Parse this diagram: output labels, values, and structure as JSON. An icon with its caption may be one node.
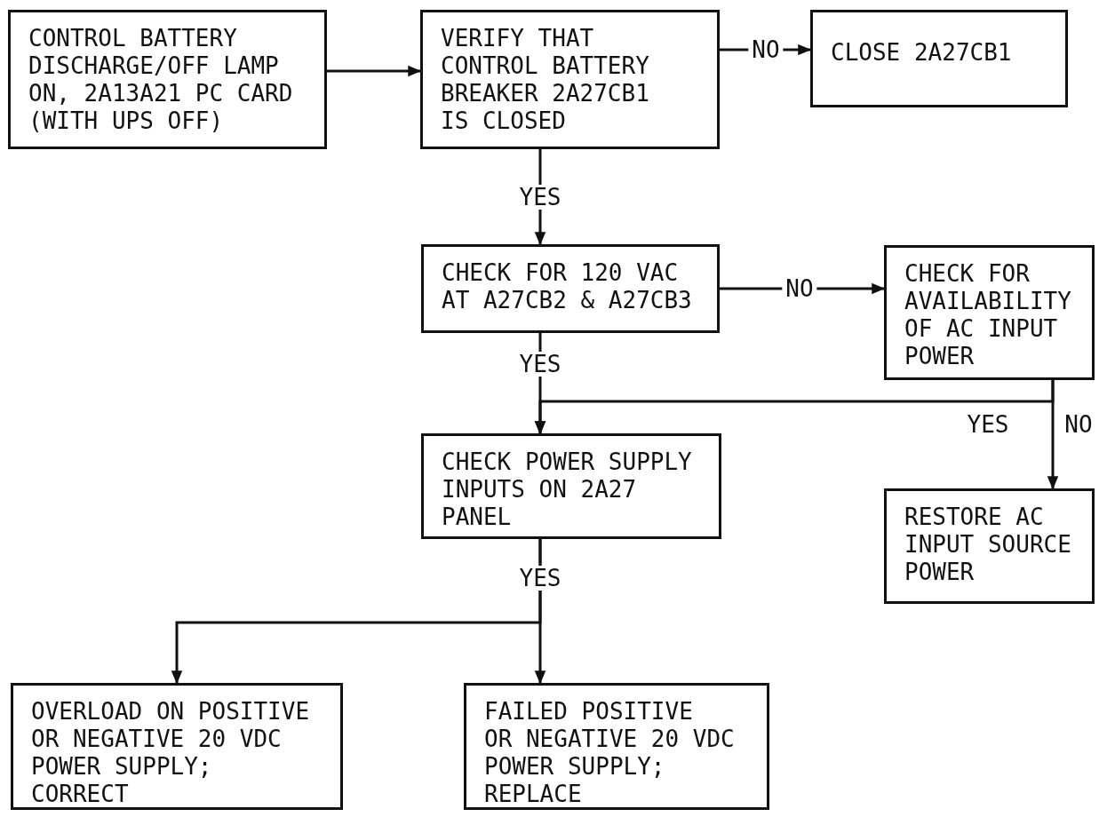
{
  "diagram": {
    "nodes": [
      {
        "text": [
          "CONTROL BATTERY DISCHARGE/OFF LAMP ON, 2A13A21 PC CARD (WITH UPS OFF)"
        ]
      },
      {
        "text": [
          "VERIFY THAT CONTROL BATTERY BREAKER 2A27CB1 IS CLOSED"
        ]
      },
      {
        "text": [
          "CLOSE 2A27CB1"
        ]
      },
      {
        "text": [
          "CHECK FOR 120 VAC AT A27CB2 & A27CB3"
        ]
      },
      {
        "text": [
          "CHECK FOR AVAILABILITY OF AC INPUT POWER"
        ]
      },
      {
        "text": [
          "CHECK POWER SUPPLY INPUTS ON 2A27 PANEL"
        ]
      },
      {
        "text": [
          "RESTORE AC INPUT SOURCE POWER"
        ]
      },
      {
        "text": [
          "OVERLOAD ON POSITIVE OR NEGATIVE 20 VDC POWER SUPPLY; CORRECT"
        ]
      },
      {
        "text": [
          "FAILED POSITIVE OR NEGATIVE 20 VDC POWER SUPPLY; REPLACE"
        ]
      }
    ],
    "edges": [
      {
        "from": 0,
        "to": 1,
        "arrow": "to"
      },
      {
        "from": 1,
        "to": 2,
        "arrow": "to",
        "label": "NO"
      },
      {
        "from": 1,
        "to": 3,
        "arrow": "to",
        "label": "YES"
      },
      {
        "from": 3,
        "to": 4,
        "arrow": "to",
        "label": "NO"
      },
      {
        "from": 3,
        "to": 5,
        "arrow": "to",
        "label": "YES"
      },
      {
        "from": 4,
        "to": 5,
        "arrow": "to",
        "label": "YES"
      },
      {
        "from": 4,
        "to": 6,
        "arrow": "to",
        "label": "NO"
      },
      {
        "from": 5,
        "to": 7,
        "arrow": "to"
      },
      {
        "from": 5,
        "to": 8,
        "arrow": "to",
        "label": "YES"
      }
    ]
  }
}
